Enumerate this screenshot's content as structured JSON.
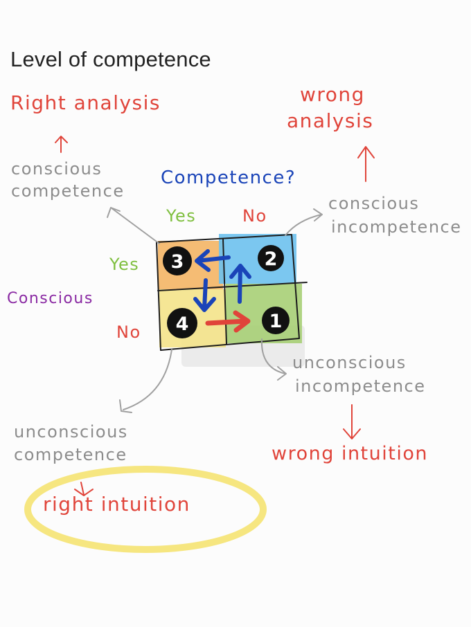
{
  "title": "Level of competence",
  "colors": {
    "red": "#e0443a",
    "gray": "#8c8c8c",
    "blue": "#1a44b8",
    "green": "#7fbf3f",
    "purple": "#8a2aa3",
    "highlight": "#f5e372",
    "orange_cell": "#f4b565",
    "blue_cell": "#6dc1ee",
    "yellow_cell": "#f4e38a",
    "green_cell": "#a7cf76"
  },
  "labels": {
    "top_left_outcome": "Right analysis",
    "top_left_state": [
      "conscious",
      "competence"
    ],
    "top_right_outcome": [
      "wrong",
      "analysis"
    ],
    "top_right_state": [
      "conscious",
      "incompetence"
    ],
    "matrix_question": "Competence?",
    "col_yes": "Yes",
    "col_no": "No",
    "row_axis": "Conscious",
    "row_yes": "Yes",
    "row_no": "No",
    "bottom_left_state": [
      "unconscious",
      "competence"
    ],
    "bottom_left_outcome": "right intuition",
    "bottom_right_state": [
      "unconscious",
      "incompetence"
    ],
    "bottom_right_outcome": "wrong intuition"
  },
  "cells": [
    {
      "number": "1",
      "name": "unconscious incompetence"
    },
    {
      "number": "2",
      "name": "conscious incompetence"
    },
    {
      "number": "3",
      "name": "conscious competence"
    },
    {
      "number": "4",
      "name": "unconscious competence"
    }
  ]
}
